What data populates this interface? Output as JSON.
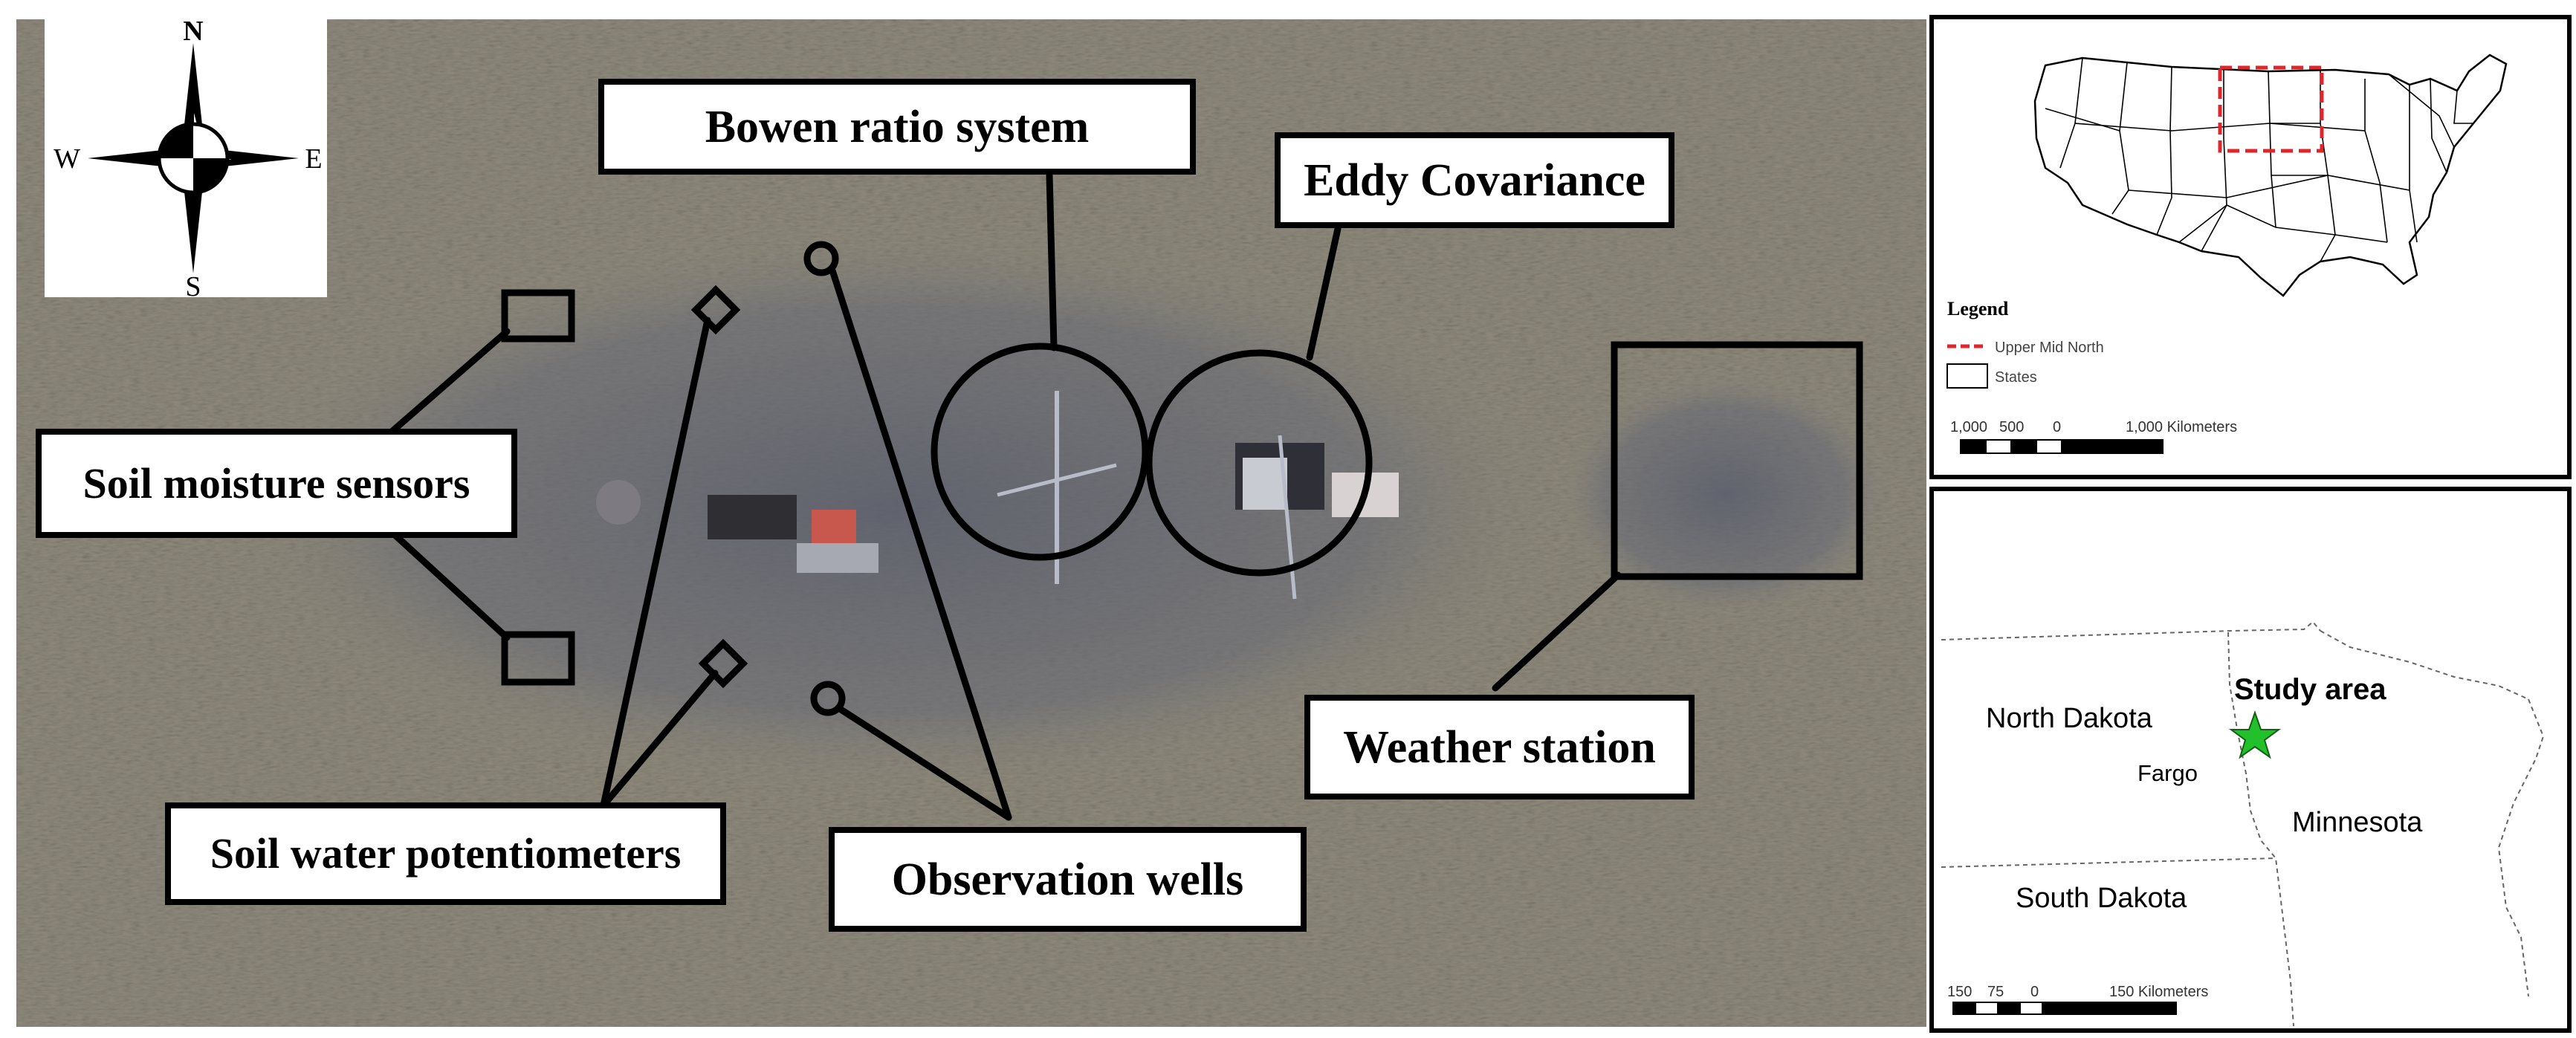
{
  "compass": {
    "north": "N",
    "south": "S",
    "east": "E",
    "west": "W"
  },
  "callouts": {
    "bowen_ratio": "Bowen ratio system",
    "eddy_covariance": "Eddy Covariance",
    "soil_moisture": "Soil moisture sensors",
    "weather_station": "Weather station",
    "soil_water_potentiometers": "Soil water potentiometers",
    "observation_wells": "Observation wells"
  },
  "usa_map": {
    "legend_title": "Legend",
    "legend_items": [
      {
        "label": "Upper Mid North",
        "symbol": "dashed-line",
        "color": "#e0262a"
      },
      {
        "label": "States",
        "symbol": "rectangle",
        "color": "#000000"
      }
    ],
    "scale_labels": [
      "1,000",
      "500",
      "0",
      "1,000 Kilometers"
    ]
  },
  "region_map": {
    "study_area_label": "Study area",
    "marker_color": "#22c02a",
    "place_labels": {
      "north_dakota": "North Dakota",
      "fargo": "Fargo",
      "minnesota": "Minnesota",
      "south_dakota": "South Dakota"
    },
    "scale_labels": [
      "150",
      "75",
      "0",
      "150 Kilometers"
    ]
  },
  "colors": {
    "soil_base": "#8f8a7c",
    "bare_patch": "#5e6170",
    "outline": "#000000",
    "highlight_dash": "#e0262a"
  }
}
